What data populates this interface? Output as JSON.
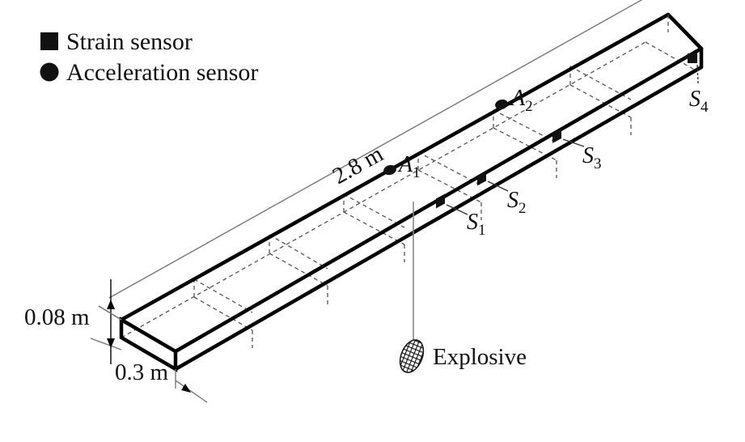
{
  "figure": {
    "type": "isometric beam schematic with sensor layout",
    "legend": [
      {
        "symbol": "filled-square",
        "label": "Strain sensor"
      },
      {
        "symbol": "filled-circle",
        "label": "Acceleration sensor"
      }
    ],
    "dimensions": {
      "length": "2.8 m",
      "height": "0.08 m",
      "width": "0.3 m"
    },
    "strain_sensors": [
      {
        "id": "S1",
        "letter": "S",
        "sub": "1"
      },
      {
        "id": "S2",
        "letter": "S",
        "sub": "2"
      },
      {
        "id": "S3",
        "letter": "S",
        "sub": "3"
      },
      {
        "id": "S4",
        "letter": "S",
        "sub": "4"
      }
    ],
    "acceleration_sensors": [
      {
        "id": "A1",
        "letter": "A",
        "sub": "1"
      },
      {
        "id": "A2",
        "letter": "A",
        "sub": "2"
      }
    ],
    "explosive_label": "Explosive",
    "colors": {
      "ink": "#000000",
      "background": "#ffffff",
      "hidden_edges": "#555555"
    }
  }
}
